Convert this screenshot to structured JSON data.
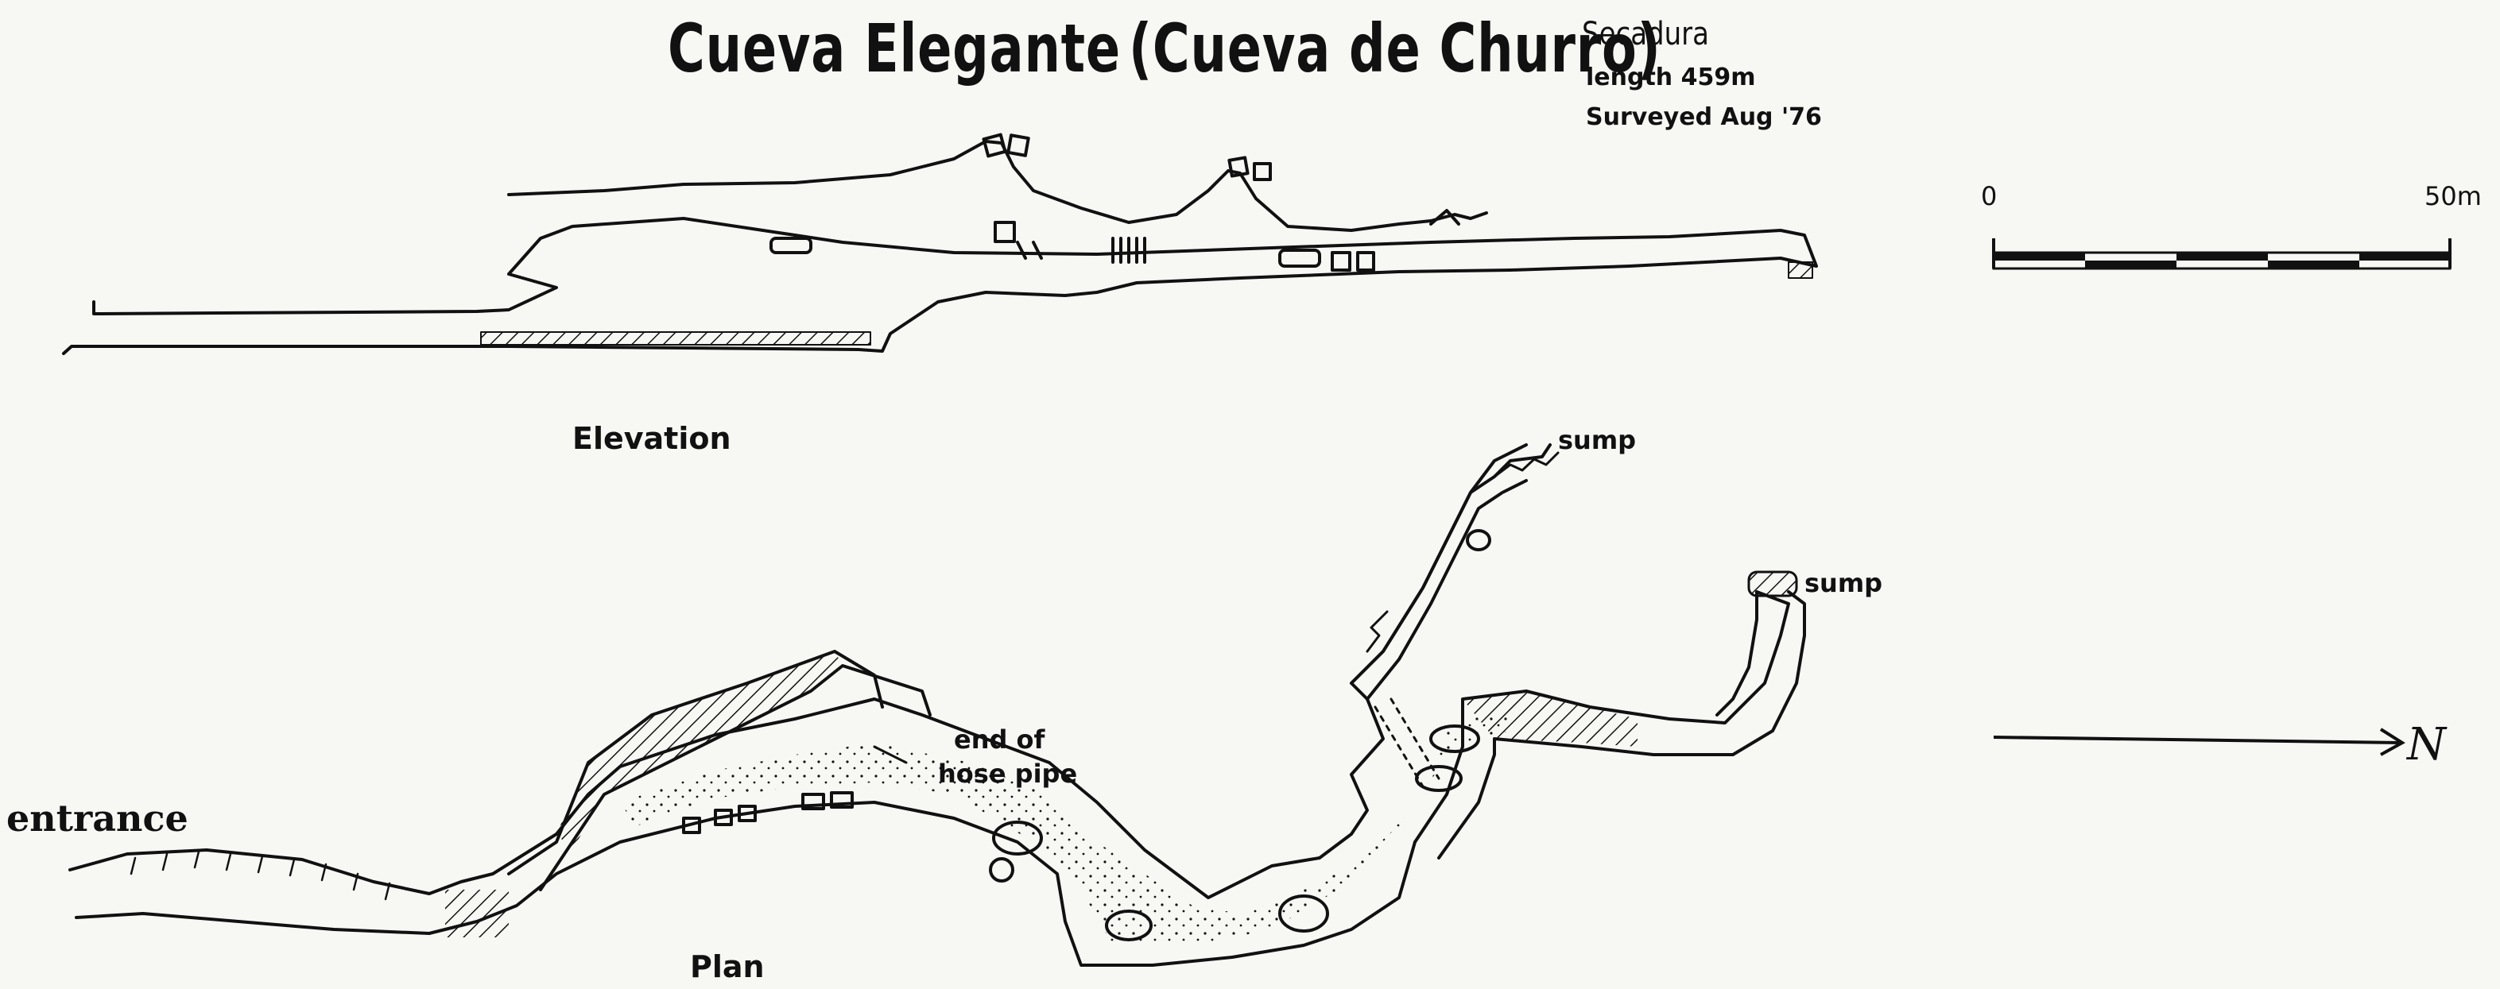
{
  "title": {
    "main": "Cueva Elegante",
    "alt": "(Cueva de Churro)"
  },
  "info": {
    "area": "Secadura",
    "length": "length 459m",
    "surveyed": "Surveyed Aug '76"
  },
  "labels": {
    "elevation": "Elevation",
    "plan": "Plan",
    "entrance": "entrance",
    "sump_upper": "sump",
    "sump_right": "sump",
    "hose_line1": "end of",
    "hose_line2": "hose pipe"
  },
  "scale": {
    "start": "0",
    "end": "50m"
  },
  "north": {
    "label": "N"
  },
  "colors": {
    "ink": "#111111",
    "paper": "#f7f7f4"
  }
}
